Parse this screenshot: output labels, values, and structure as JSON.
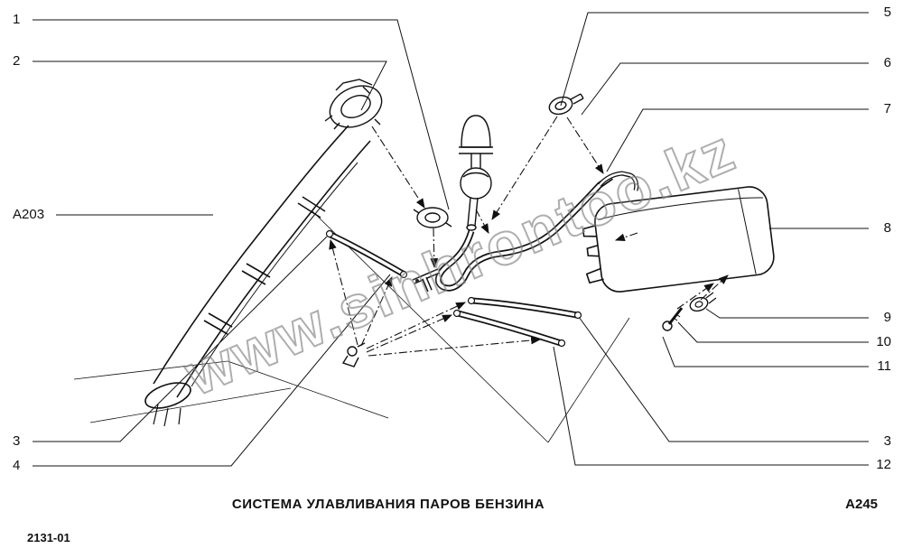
{
  "page": {
    "caption": "СИСТЕМА УЛАВЛИВАНИЯ ПАРОВ БЕНЗИНА",
    "drawing_number": "А245",
    "model_code": "2131-01",
    "watermark": "www.sinhrontoo.kz"
  },
  "callouts": {
    "c1": "1",
    "c2": "2",
    "ca203": "A203",
    "c3_left": "3",
    "c4": "4",
    "c5": "5",
    "c6": "6",
    "c7": "7",
    "c8": "8",
    "c9": "9",
    "c10": "10",
    "c11": "11",
    "c3_right": "3",
    "c12": "12"
  },
  "colors": {
    "line": "#111111",
    "background": "#ffffff",
    "watermark_gray": "#969696"
  }
}
